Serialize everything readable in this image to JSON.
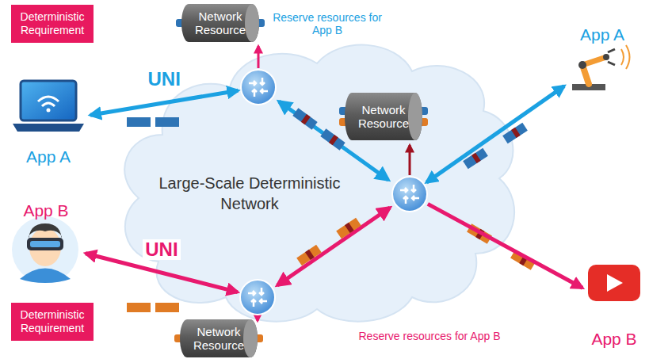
{
  "diagram": {
    "nodes": [
      {
        "text": [
          "Deterministic Requirement"
        ]
      },
      {
        "text": [
          "Network Resource"
        ]
      },
      {
        "text": [
          "App A"
        ]
      },
      {
        "text": [
          "Large-Scale Deterministic Network"
        ]
      },
      {
        "text": [
          "Network Resource"
        ],
        "in": 3
      },
      {
        "text": [
          "App A"
        ]
      },
      {
        "text": [
          "App B"
        ]
      },
      {
        "text": [
          "App B"
        ]
      },
      {
        "text": [
          "Deterministic Requirement"
        ]
      },
      {
        "text": [
          "Network Resource"
        ]
      }
    ],
    "edges": [
      {
        "from": 2,
        "to": 3,
        "label": "UNI",
        "arrow": "both"
      },
      {
        "from": 6,
        "to": 3,
        "label": "UNI",
        "arrow": "both"
      },
      {
        "from": 3,
        "to": 5,
        "arrow": "both"
      },
      {
        "from": 3,
        "to": 7,
        "arrow": "to"
      }
    ],
    "labels": [
      "Reserve resources for App B",
      "Reserve resources for App B"
    ]
  }
}
